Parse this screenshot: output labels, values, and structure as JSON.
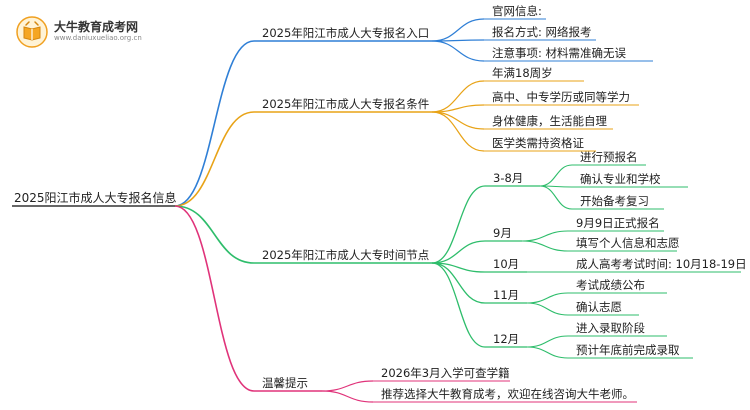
{
  "logo": {
    "brand": "大牛教育成考网",
    "url": "www.daniuxueliao.org.cn"
  },
  "root": "2025阳江市成人大专报名信息",
  "branches": [
    {
      "label": "2025年阳江市成人大专报名入口",
      "leaves": [
        "官网信息:",
        "报名方式: 网络报考",
        "注意事项: 材料需准确无误"
      ]
    },
    {
      "label": "2025年阳江市成人大专报名条件",
      "leaves": [
        "年满18周岁",
        "高中、中专学历或同等学力",
        "身体健康，生活能自理",
        "医学类需持资格证"
      ]
    },
    {
      "label": "2025年阳江市成人大专时间节点",
      "groups": [
        {
          "label": "3-8月",
          "leaves": [
            "进行预报名",
            "确认专业和学校",
            "开始备考复习"
          ]
        },
        {
          "label": "9月",
          "leaves": [
            "9月9日正式报名",
            "填写个人信息和志愿"
          ]
        },
        {
          "label": "10月",
          "leaves": [
            "成人高考考试时间: 10月18-19日"
          ]
        },
        {
          "label": "11月",
          "leaves": [
            "考试成绩公布",
            "确认志愿"
          ]
        },
        {
          "label": "12月",
          "leaves": [
            "进入录取阶段",
            "预计年底前完成录取"
          ]
        }
      ]
    },
    {
      "label": "温馨提示",
      "leaves": [
        "2026年3月入学可查学籍",
        "推荐选择大牛教育成考，欢迎在线咨询大牛老师。"
      ]
    }
  ],
  "colors": {
    "root": "#333333",
    "entry": "#2f7fd6",
    "condition": "#e8a317",
    "timeline": "#2ebd6b",
    "tips": "#e0337a"
  }
}
